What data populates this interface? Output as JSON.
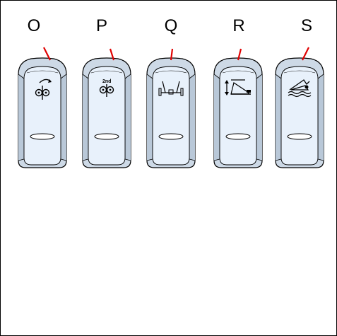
{
  "panel": {
    "switches": [
      {
        "letter": "O",
        "icon": "two-wheel-drive-rotation-icon"
      },
      {
        "letter": "P",
        "icon": "second-gear-drive-icon"
      },
      {
        "letter": "Q",
        "icon": "axle-lock-icon"
      },
      {
        "letter": "R",
        "icon": "platform-lift-tilt-icon"
      },
      {
        "letter": "S",
        "icon": "boat-trailer-float-icon"
      }
    ]
  },
  "colors": {
    "switch_face": "#e8f1fb",
    "switch_frame": "#cdd9e6",
    "outline": "#000000",
    "pointer": "#e00000"
  }
}
